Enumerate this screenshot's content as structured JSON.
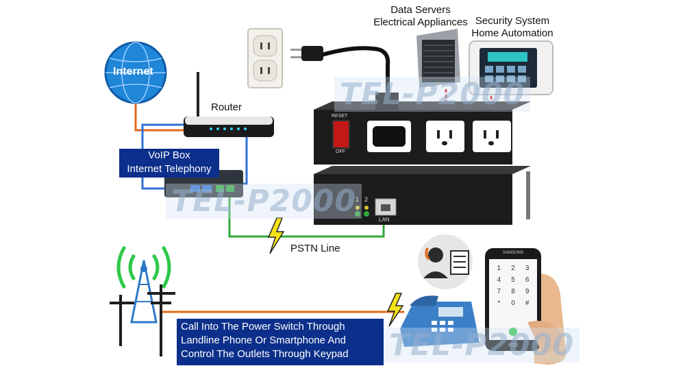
{
  "labels": {
    "internet": "Internet",
    "router": "Router",
    "data_servers": "Data Servers",
    "electrical_appliances": "Electrical Appliances",
    "security_system": "Security System",
    "home_automation": "Home Automation",
    "voip_box_line1": "VoIP Box",
    "voip_box_line2": "Internet Telephony",
    "pstn_line": "PSTN Line",
    "call_line1": "Call Into The Power Switch Through",
    "call_line2": "Landline Phone Or Smartphone And",
    "call_line3": "Control The Outlets Through Keypad",
    "reset": "RESET",
    "off": "OFF",
    "port_1": "1",
    "port_2": "2",
    "lan": "LAN",
    "phone_brand": "SAMSUNG",
    "keypad": [
      "1",
      "2",
      "3",
      "4",
      "5",
      "6",
      "7",
      "8",
      "9",
      "*",
      "0",
      "#"
    ]
  },
  "watermark": "TEL-P2000",
  "colors": {
    "ethernet": "#2f6fd6",
    "internet_link": "#e06a1a",
    "pstn": "#2fa83a",
    "cord": "#111111",
    "outlet_link": "#d01f1f",
    "label_box": "#0b2f8a"
  }
}
